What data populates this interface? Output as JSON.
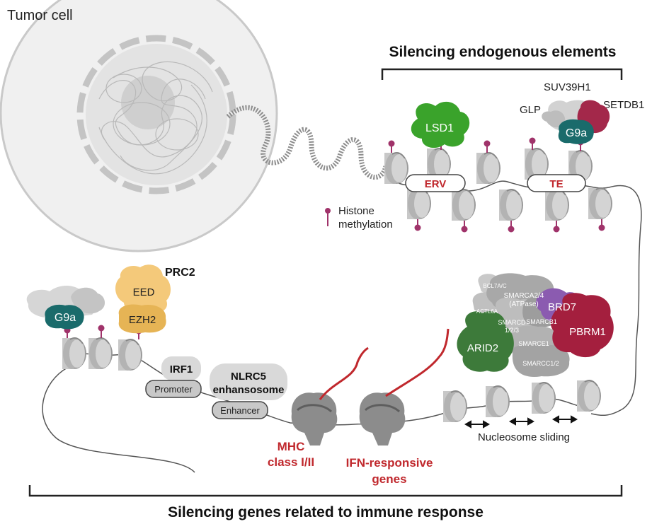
{
  "cell_label": "Tumor cell",
  "top_title": "Silencing endogenous elements",
  "bottom_title": "Silencing genes related to immune response",
  "legend": {
    "line1": "Histone",
    "line2": "methylation"
  },
  "top_right": {
    "suv39h1": "SUV39H1",
    "glp": "GLP",
    "setdb1": "SETDB1",
    "g9a": "G9a"
  },
  "lsd1": "LSD1",
  "erv": "ERV",
  "te": "TE",
  "left": {
    "g9a": "G9a",
    "prc2": "PRC2",
    "eed": "EED",
    "ezh2": "EZH2"
  },
  "irf1": "IRF1",
  "nlrc5": {
    "line1": "NLRC5",
    "line2": "enhansosome"
  },
  "promoter": "Promoter",
  "enhancer": "Enhancer",
  "mhc": {
    "line1": "MHC",
    "line2": "class I/II"
  },
  "ifn": {
    "line1": "IFN-responsive",
    "line2": "genes"
  },
  "swisnf": {
    "bcl7": "BCL7A/C",
    "smarca": "SMARCA2/4",
    "atpase": "(ATPase)",
    "actl6a": "ACTL6A",
    "smarcd": "SMARCD",
    "smarcd_sub": "1/2/3",
    "smarcb1": "SMARCB1",
    "smarce1": "SMARCE1",
    "smarcc": "SMARCC1/2",
    "brd7": "BRD7",
    "pbrm1": "PBRM1",
    "arid2": "ARID2"
  },
  "sliding": "Nucleosome sliding",
  "colors": {
    "red_text": "#c0282d",
    "lsd1": "#3aa32b",
    "g9a": "#1a6b6b",
    "setdb1": "#a3284a",
    "prc2_light": "#f4c97a",
    "prc2_dark": "#e6b455",
    "brd7": "#8b5bb0",
    "pbrm1": "#a41f3e",
    "arid2": "#3d7a3a",
    "methyl": "#a0336a"
  }
}
